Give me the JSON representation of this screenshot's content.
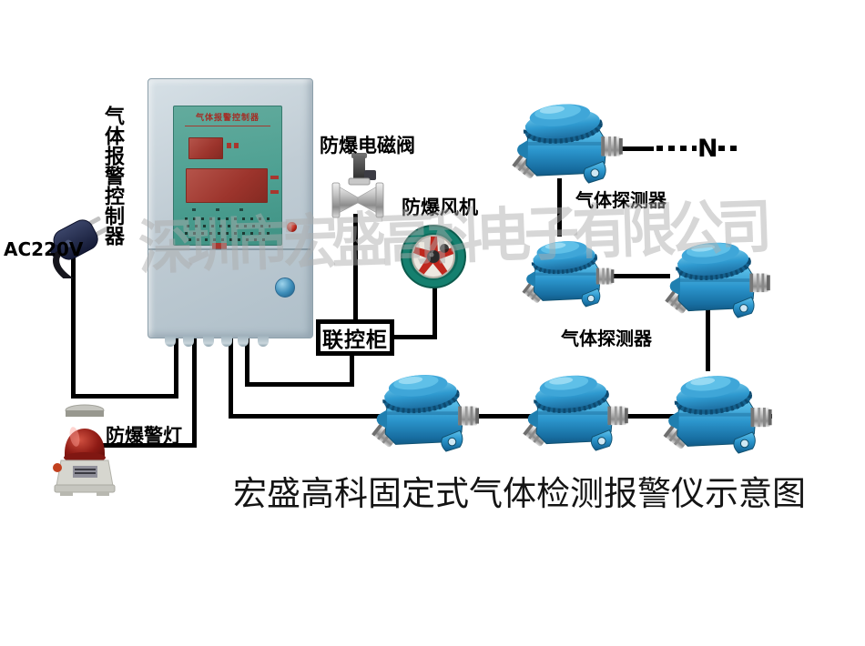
{
  "page": {
    "title": "宏盛高科固定式气体检测报警仪示意图",
    "watermark": "深圳市宏盛高科电子有限公司"
  },
  "controller": {
    "side_label": "气体报警控制器",
    "screen_title": "气体报警控制器",
    "power_label": "AC220V"
  },
  "devices": {
    "alarm_light_label": "防爆警灯",
    "solenoid_valve_label": "防爆电磁阀",
    "fan_label": "防爆风机",
    "control_box_label": "联控柜",
    "detector_labels": [
      "气体探测器",
      "气体探测器"
    ],
    "more_label": "N"
  },
  "colors": {
    "wire": "#000000",
    "detector_blue": "#2b95cc",
    "controller_body": "#bcc9d2",
    "panel_face": "#4da092",
    "led_red": "#a23430",
    "fan_ring_green": "#15806f",
    "fan_blade_red": "#c0281e",
    "alarm_dome_red": "#8e1a14"
  }
}
